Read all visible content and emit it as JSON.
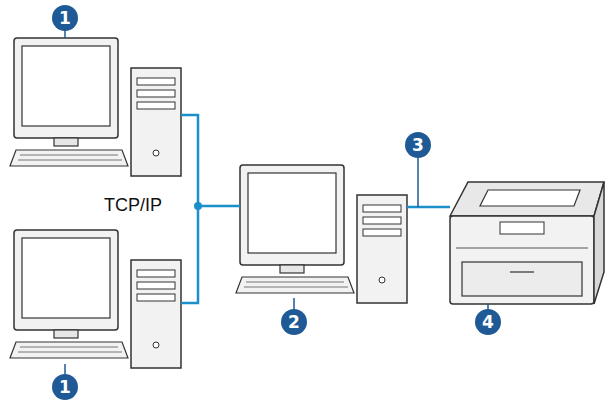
{
  "diagram": {
    "labels": [
      "1",
      "3",
      "TCP/IP",
      "2",
      "4",
      "1"
    ]
  }
}
